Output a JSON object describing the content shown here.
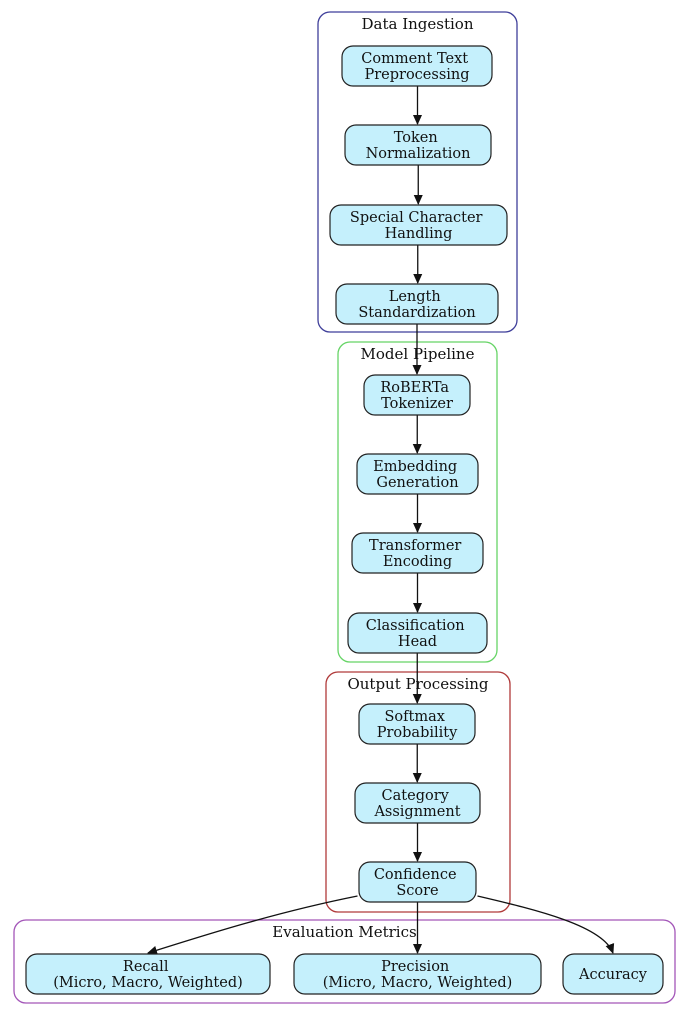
{
  "colors": {
    "node_fill": "#c5f0fc",
    "node_stroke": "#222222",
    "edge": "#111111",
    "cluster_data_ingestion": "#3f3f9a",
    "cluster_model_pipeline": "#66d466",
    "cluster_output_processing": "#b03a3a",
    "cluster_evaluation_metrics": "#a356b8"
  },
  "clusters": [
    {
      "id": "data_ingestion",
      "label": "Data Ingestion"
    },
    {
      "id": "model_pipeline",
      "label": "Model Pipeline"
    },
    {
      "id": "output_processing",
      "label": "Output Processing"
    },
    {
      "id": "evaluation_metrics",
      "label": "Evaluation Metrics"
    }
  ],
  "nodes": [
    {
      "id": "comment_text",
      "lines": [
        "Comment Text",
        "Preprocessing"
      ]
    },
    {
      "id": "token_norm",
      "lines": [
        "Token",
        "Normalization"
      ]
    },
    {
      "id": "special_char",
      "lines": [
        "Special Character",
        "Handling"
      ]
    },
    {
      "id": "length_std",
      "lines": [
        "Length",
        "Standardization"
      ]
    },
    {
      "id": "roberta_tok",
      "lines": [
        "RoBERTa",
        "Tokenizer"
      ]
    },
    {
      "id": "embedding",
      "lines": [
        "Embedding",
        "Generation"
      ]
    },
    {
      "id": "transformer",
      "lines": [
        "Transformer",
        "Encoding"
      ]
    },
    {
      "id": "class_head",
      "lines": [
        "Classification",
        "Head"
      ]
    },
    {
      "id": "softmax",
      "lines": [
        "Softmax",
        "Probability"
      ]
    },
    {
      "id": "category",
      "lines": [
        "Category",
        "Assignment"
      ]
    },
    {
      "id": "confidence",
      "lines": [
        "Confidence",
        "Score"
      ]
    },
    {
      "id": "recall",
      "lines": [
        "Recall",
        "(Micro, Macro, Weighted)"
      ]
    },
    {
      "id": "precision",
      "lines": [
        "Precision",
        "(Micro, Macro, Weighted)"
      ]
    },
    {
      "id": "accuracy",
      "lines": [
        "Accuracy"
      ]
    }
  ],
  "edges": [
    {
      "from": "comment_text",
      "to": "token_norm"
    },
    {
      "from": "token_norm",
      "to": "special_char"
    },
    {
      "from": "special_char",
      "to": "length_std"
    },
    {
      "from": "length_std",
      "to": "roberta_tok"
    },
    {
      "from": "roberta_tok",
      "to": "embedding"
    },
    {
      "from": "embedding",
      "to": "transformer"
    },
    {
      "from": "transformer",
      "to": "class_head"
    },
    {
      "from": "class_head",
      "to": "softmax"
    },
    {
      "from": "softmax",
      "to": "category"
    },
    {
      "from": "category",
      "to": "confidence"
    },
    {
      "from": "confidence",
      "to": "recall"
    },
    {
      "from": "confidence",
      "to": "precision"
    },
    {
      "from": "confidence",
      "to": "accuracy"
    }
  ]
}
